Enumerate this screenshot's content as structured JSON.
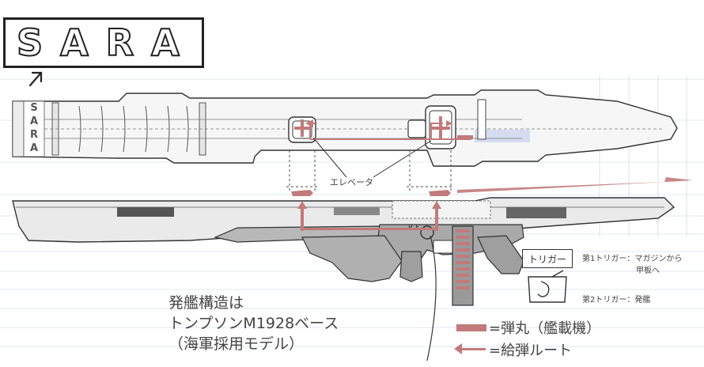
{
  "logo": {
    "text": "SARA"
  },
  "deck": {
    "stencil_letters": [
      "S",
      "A",
      "R",
      "A"
    ]
  },
  "annotations": {
    "elevator": "エレベータ",
    "trigger_label": "トリガー",
    "trigger1": "第1トリガー：マガジンから",
    "trigger1_cont": "甲板へ",
    "trigger2": "第2トリガー：発艦",
    "gun_marks": "R  F"
  },
  "base_text": {
    "line1": "発艦構造は",
    "line2": "トンプソンM1928ベース",
    "line3": "（海軍採用モデル）"
  },
  "legend": {
    "ammo": "=弾丸（艦載機）",
    "feed": "=給弾ルート"
  },
  "colors": {
    "ammo": "#c27a7a",
    "line": "#333333",
    "hull_fill": "#eaeaea",
    "gun_fill": "#b8b8b8",
    "grid": "#b7c6d6",
    "deck_stripe": "#d5dcf0"
  }
}
